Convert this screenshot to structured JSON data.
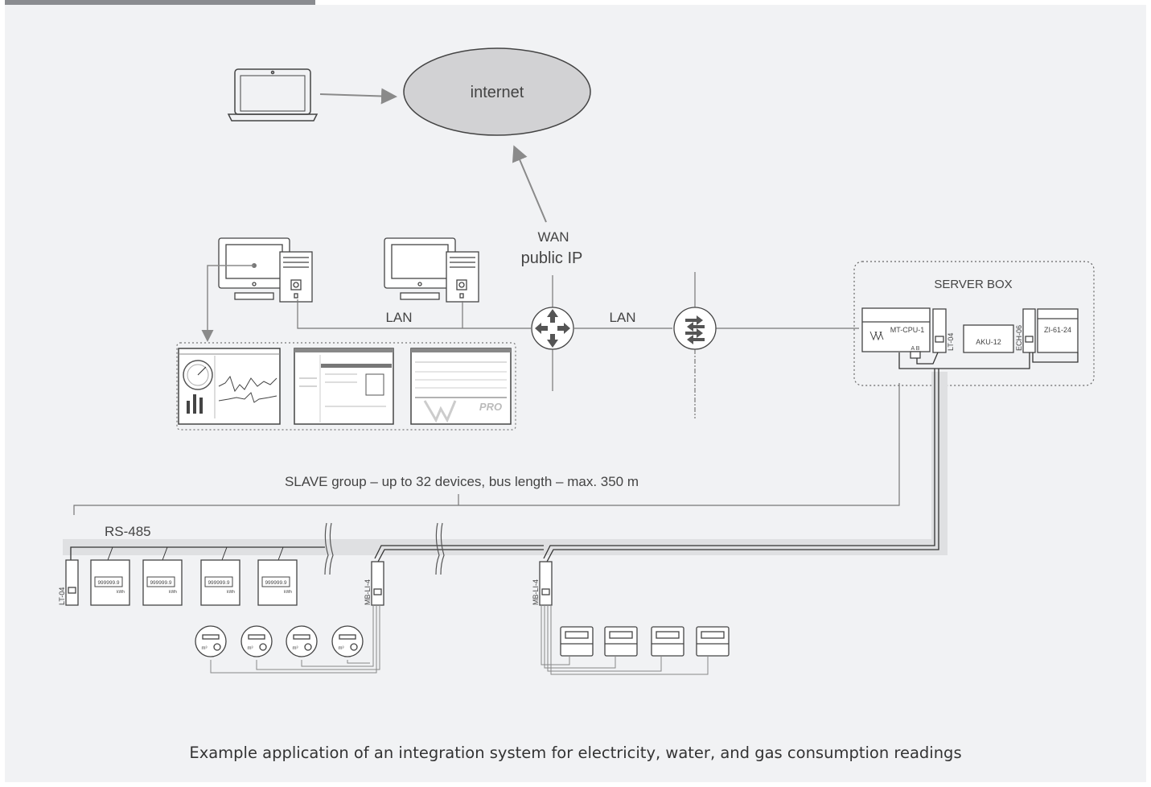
{
  "nodes": {
    "internet": "internet",
    "wan_line1": "WAN",
    "wan_line2": "public IP",
    "lan_left": "LAN",
    "lan_right": "LAN",
    "server_box": "SERVER BOX",
    "mt_cpu": "MT-CPU-1",
    "mt_cpu_ab": "A  B",
    "lt04_server": "LT-04",
    "aku": "AKU-12",
    "ech": "ECH-06",
    "zi": "ZI-61-24",
    "rs485": "RS-485",
    "lt04_bus": "LT-04",
    "mb_left": "MB-LI-4",
    "mb_right": "MB-LI-4",
    "meter_display": "999999.9",
    "meter_unit": "kWh",
    "water_unit": "m³",
    "pro_badge": "PRO"
  },
  "slave_group": "SLAVE group – up to 32 devices, bus length – max. 350 m",
  "caption": "Example application of an integration system for electricity, water, and gas consumption readings"
}
